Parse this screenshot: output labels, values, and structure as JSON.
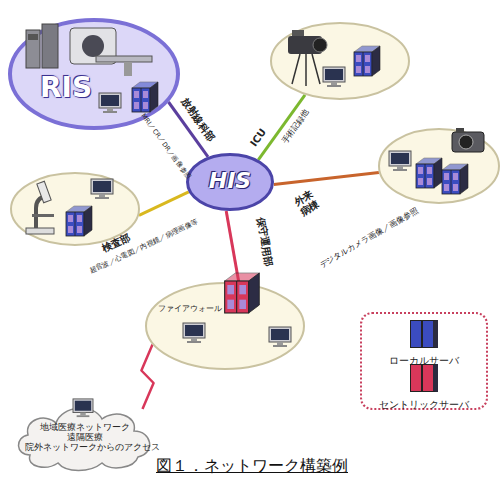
{
  "diagram": {
    "caption": "図１．ネットワーク構築例",
    "nodes": [
      {
        "text": [
          "HIS"
        ]
      },
      {
        "text": [
          "RIS",
          "放射線科部",
          "CT／MRI／CR／DR／画像参照"
        ]
      },
      {
        "text": [
          "ICU",
          "手術記録他"
        ]
      },
      {
        "text": [
          "外来 病棟",
          "デジタルカメラ画像／画像参照"
        ]
      },
      {
        "text": [
          "検査部",
          "超音波／心電図／内視鏡／病理画像等"
        ]
      },
      {
        "text": [
          "保守運用部",
          "ファイアウォール"
        ]
      },
      {
        "text": [
          "地域医療ネットワーク 遠隔医療 院外ネットワークからのアクセス"
        ]
      }
    ],
    "edges": [
      {
        "from": 0,
        "to": 1,
        "arrow": "none"
      },
      {
        "from": 0,
        "to": 2,
        "arrow": "none"
      },
      {
        "from": 0,
        "to": 3,
        "arrow": "none"
      },
      {
        "from": 0,
        "to": 4,
        "arrow": "none"
      },
      {
        "from": 0,
        "to": 5,
        "arrow": "none"
      },
      {
        "from": 5,
        "to": 6,
        "arrow": "none"
      }
    ],
    "legend": [
      {
        "text": "ローカルサーバ",
        "color": "#3b4cc0"
      },
      {
        "text": "セントリックサーバ",
        "color": "#d8375a"
      }
    ]
  }
}
